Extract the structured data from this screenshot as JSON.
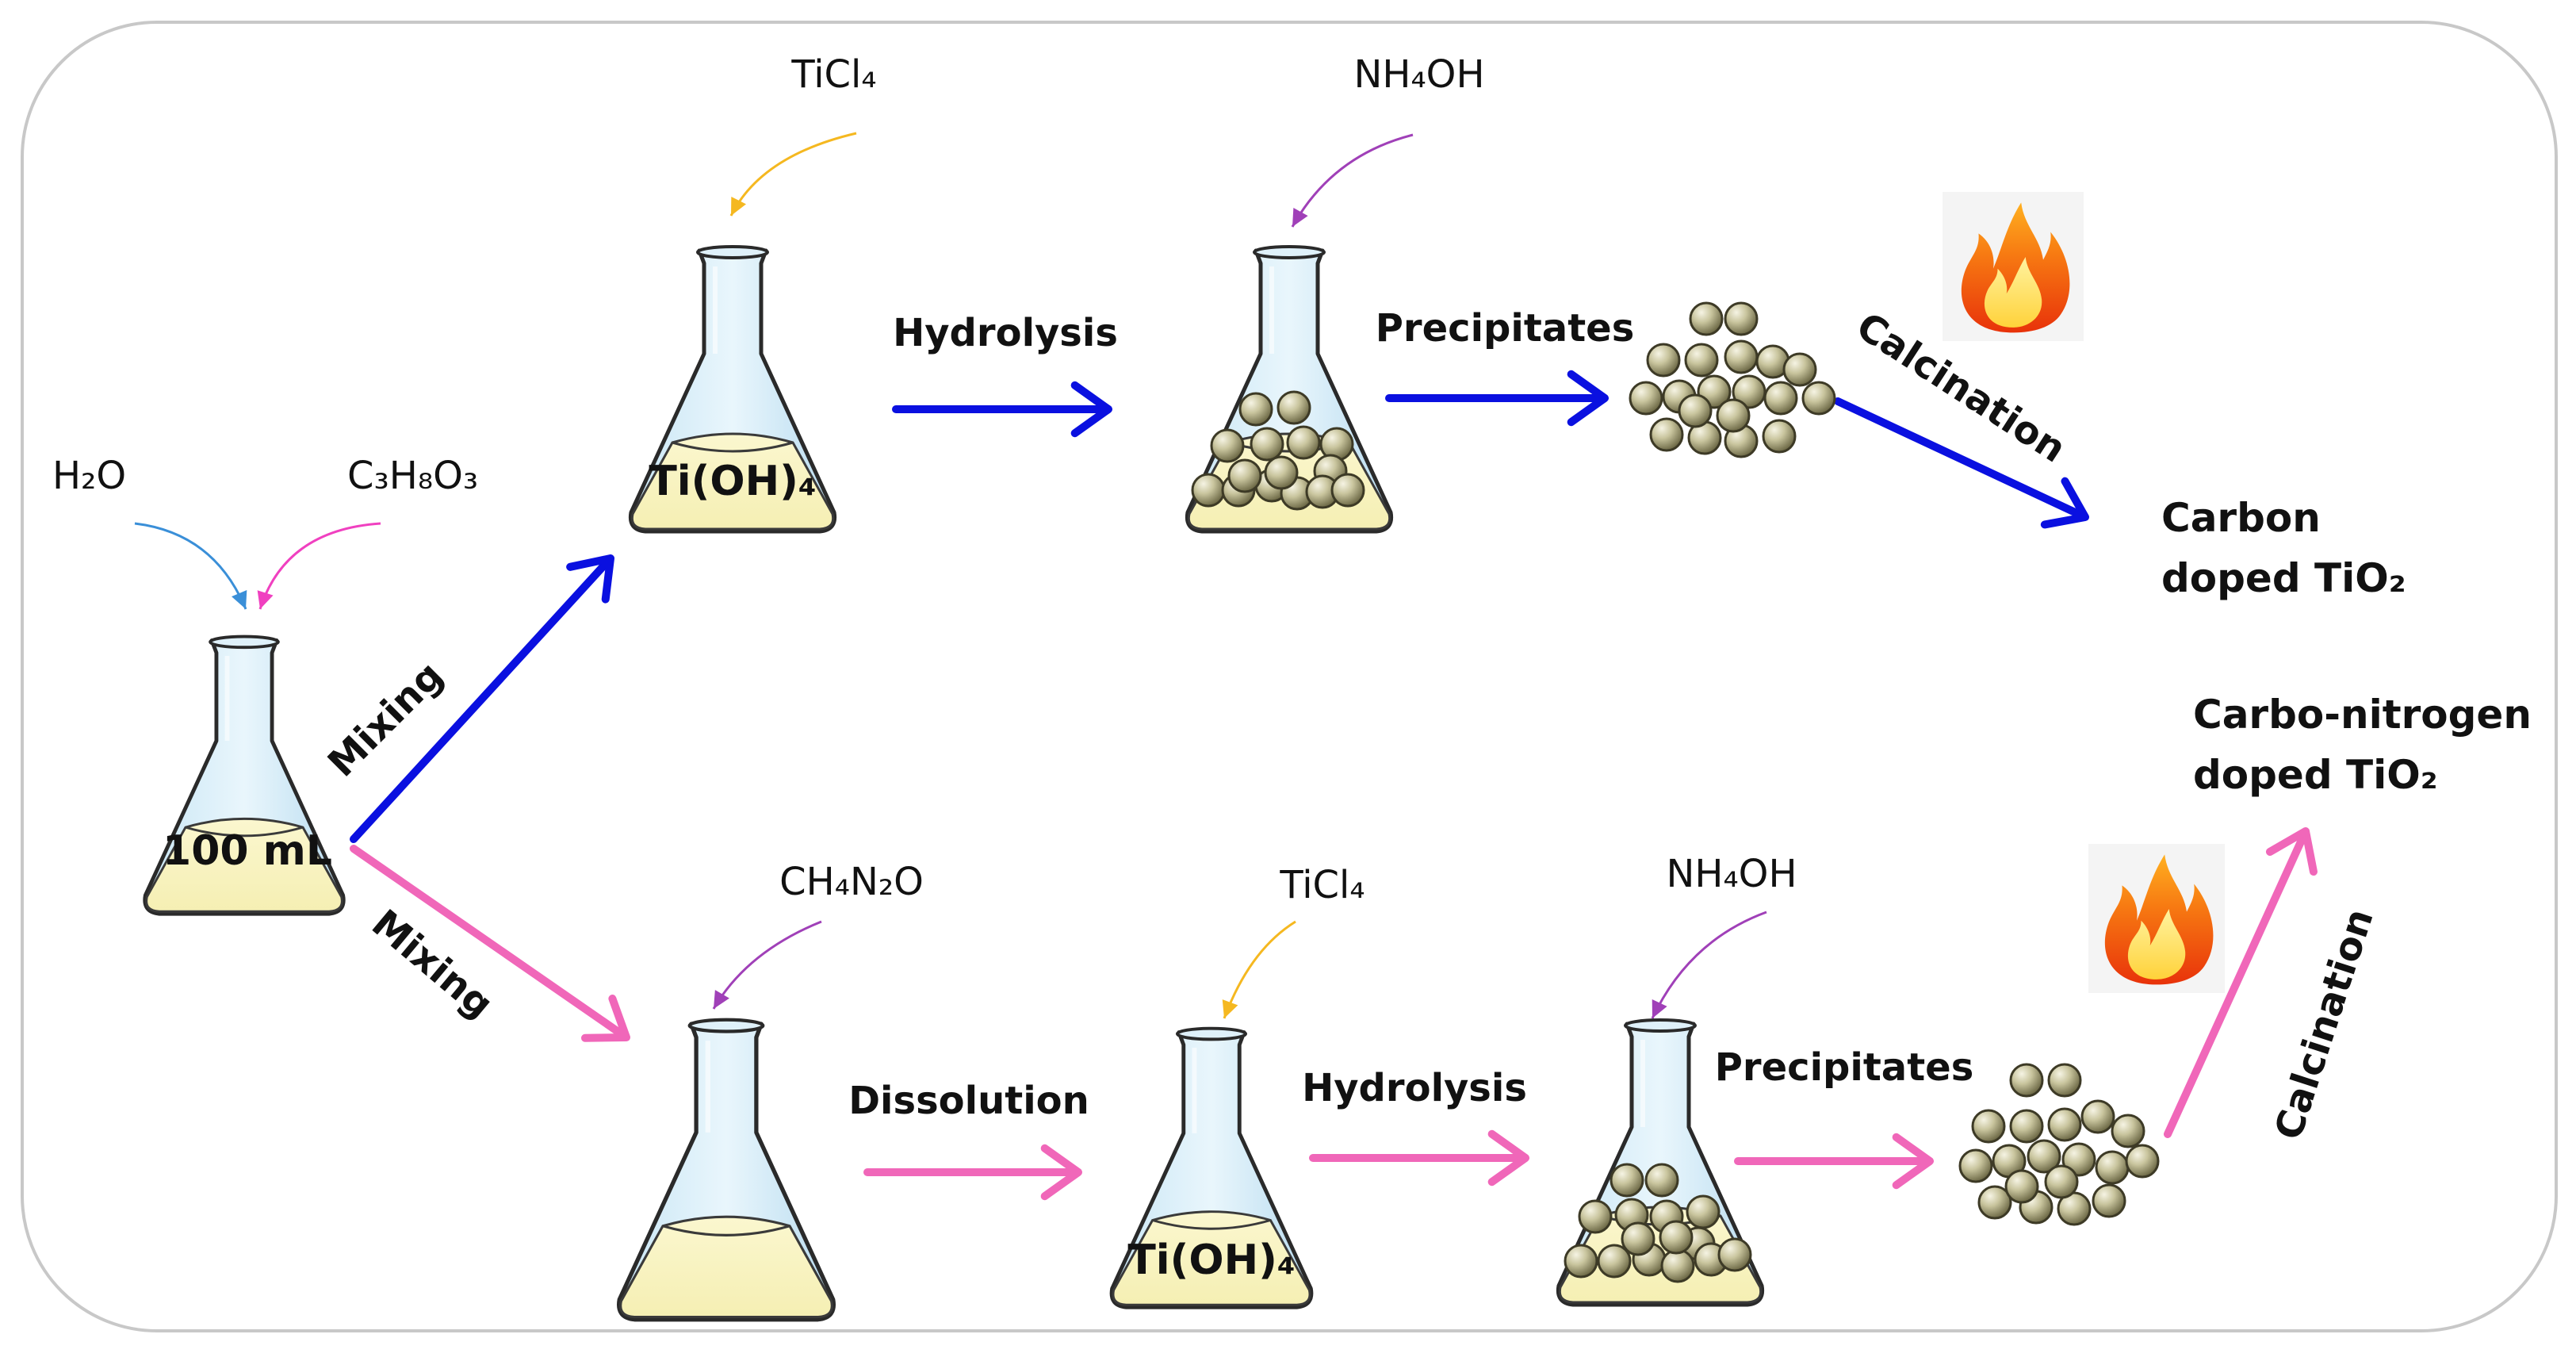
{
  "start": {
    "water": "H₂O",
    "glycerol": "C₃H₈O₃",
    "volume": "100 mL"
  },
  "top_path": {
    "mixing": "Mixing",
    "reagent_ticl4": "TiCl₄",
    "flask1_label": "Ti(OH)₄",
    "step_hydrolysis": "Hydrolysis",
    "reagent_nh4oh": "NH₄OH",
    "step_precipitates": "Precipitates",
    "step_calcination": "Calcination",
    "product_line1": "Carbon",
    "product_line2": "doped TiO₂"
  },
  "bottom_path": {
    "mixing": "Mixing",
    "reagent_urea": "CH₄N₂O",
    "step_dissolution": "Dissolution",
    "reagent_ticl4": "TiCl₄",
    "flask_label": "Ti(OH)₄",
    "step_hydrolysis": "Hydrolysis",
    "reagent_nh4oh": "NH₄OH",
    "step_precipitates": "Precipitates",
    "step_calcination": "Calcination",
    "product_line1": "Carbo-nitrogen",
    "product_line2": "doped TiO₂"
  },
  "colors": {
    "blue_arrow": "#0a10e0",
    "pink_arrow": "#f067b9",
    "water_arrow": "#3a8fd8",
    "glycerol_arrow": "#f040c0",
    "ticl4_arrow": "#f5b820",
    "nh4oh_arrow": "#a040b8"
  }
}
